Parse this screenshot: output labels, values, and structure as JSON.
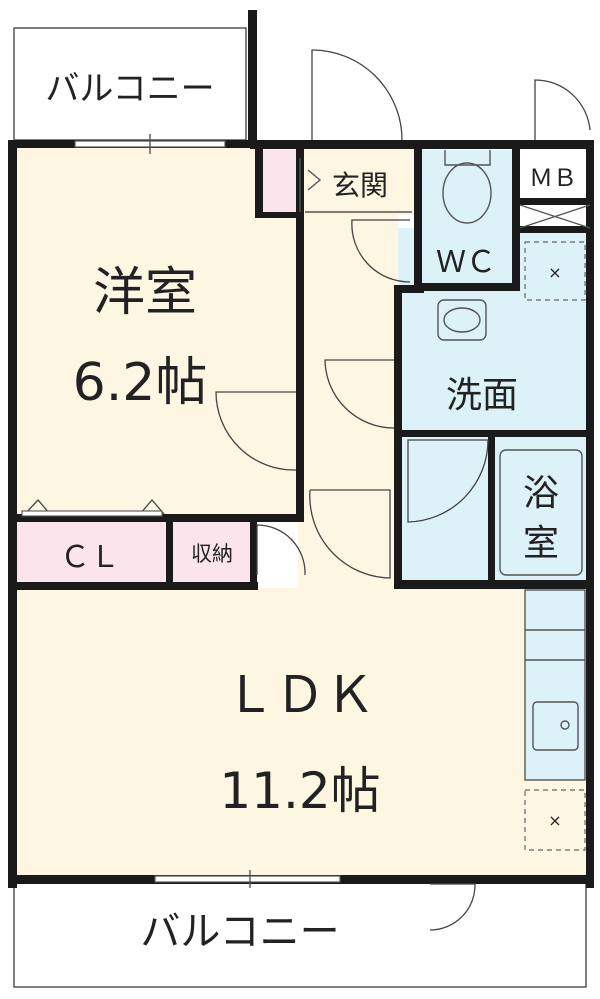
{
  "rooms": {
    "balcony_top": "バルコニー",
    "western_room": "洋室",
    "western_room_size": "6.2帖",
    "closet": "ＣＬ",
    "storage": "収納",
    "entrance": "玄関",
    "wc": "ＷＣ",
    "mb": "ＭＢ",
    "washroom": "洗面",
    "bath_line1": "浴",
    "bath_line2": "室",
    "ldk": "ＬＤＫ",
    "ldk_size": "11.2帖",
    "balcony_bottom": "バルコニー"
  },
  "colors": {
    "room_fill": "#fdf6e3",
    "wet_fill": "#dcf1f8",
    "pink_fill": "#fbe4ec",
    "wall": "#1a1a1a"
  }
}
